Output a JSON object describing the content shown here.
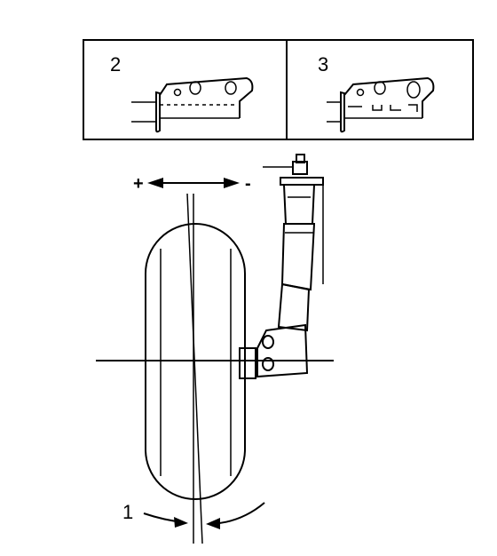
{
  "inset_panels": [
    {
      "label": "2"
    },
    {
      "label": "3"
    }
  ],
  "callout_label": "1",
  "direction_signs": {
    "plus": "+",
    "minus": "-"
  }
}
